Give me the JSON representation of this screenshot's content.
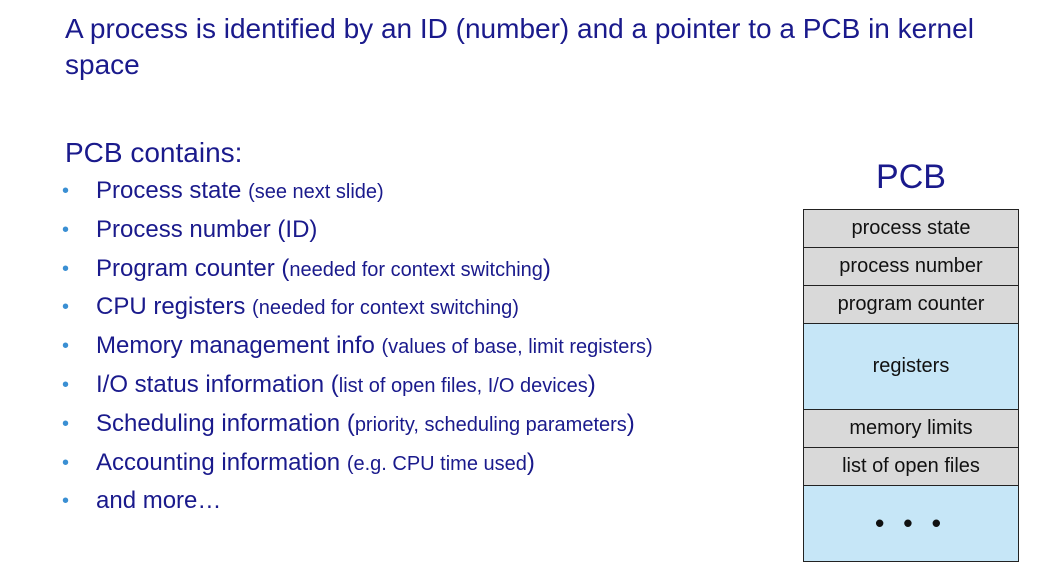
{
  "headline": "A process is identified by an ID (number) and a pointer to a PCB in kernel space",
  "pcb_contains_heading": "PCB contains:",
  "bullet_symbol": "•",
  "bullets": [
    {
      "main": "Process state ",
      "paren": "(see next slide)",
      "paren_style": "small"
    },
    {
      "main": "Process number (ID)",
      "paren": "",
      "paren_style": "small"
    },
    {
      "main": "Program counter (",
      "paren": "needed for context switching",
      "close": ")",
      "paren_style": "mixed"
    },
    {
      "main": "CPU registers ",
      "paren": "(needed for context switching)",
      "paren_style": "small"
    },
    {
      "main": "Memory management info ",
      "paren": "(values of base, limit registers)",
      "paren_style": "small"
    },
    {
      "main": "I/O status information (",
      "paren": "list of open files, I/O devices",
      "close": ")",
      "paren_style": "mixed"
    },
    {
      "main": "Scheduling information (",
      "paren": "priority, scheduling parameters",
      "close": ")",
      "paren_style": "mixed"
    },
    {
      "main": "Accounting information ",
      "paren": "(e.g. CPU time used",
      "close": ")",
      "paren_style": "mixed"
    },
    {
      "main": "and more…",
      "paren": "",
      "paren_style": "small"
    }
  ],
  "pcb_diagram": {
    "title": "PCB",
    "rows": [
      {
        "label": "process state",
        "fill": "#d9d9d9"
      },
      {
        "label": "process number",
        "fill": "#d9d9d9"
      },
      {
        "label": "program counter",
        "fill": "#d9d9d9"
      },
      {
        "label": "registers",
        "fill": "#c6e6f7"
      },
      {
        "label": "memory limits",
        "fill": "#d9d9d9"
      },
      {
        "label": "list of open files",
        "fill": "#d9d9d9"
      },
      {
        "label": "• • •",
        "fill": "#c6e6f7"
      }
    ]
  },
  "colors": {
    "text": "#1a1a8c",
    "bullet": "#3a8fd3",
    "gray_cell": "#d9d9d9",
    "blue_cell": "#c6e6f7"
  }
}
